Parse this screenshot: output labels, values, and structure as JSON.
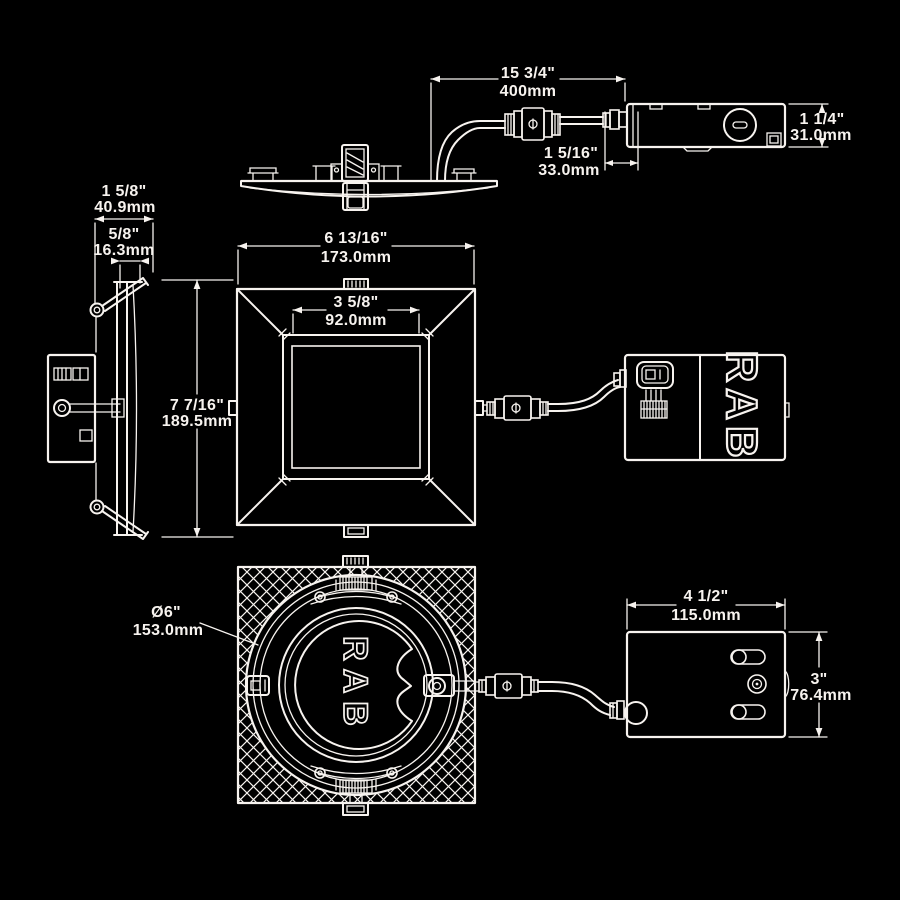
{
  "colors": {
    "background": "#000000",
    "line": "#F7F3EF"
  },
  "brand": "RAB",
  "views": {
    "side_assembly": {
      "label": "fixture side view with cable and driver",
      "dims": {
        "cable_length": {
          "in": "15 3/4\"",
          "mm": "400mm"
        },
        "driver_offset": {
          "in": "1 5/16\"",
          "mm": "33.0mm"
        },
        "driver_height": {
          "in": "1 1/4\"",
          "mm": "31.0mm"
        }
      }
    },
    "profile": {
      "label": "fixture edge profile with driver",
      "dims": {
        "overall_depth": {
          "in": "1 5/8\"",
          "mm": "40.9mm"
        },
        "recess_depth": {
          "in": "5/8\"",
          "mm": "16.3mm"
        },
        "overall_height": {
          "in": "7 7/16\"",
          "mm": "189.5mm"
        }
      }
    },
    "front": {
      "label": "fixture front (face) view",
      "dims": {
        "overall_width": {
          "in": "6 13/16\"",
          "mm": "173.0mm"
        },
        "aperture_width": {
          "in": "3 5/8\"",
          "mm": "92.0mm"
        }
      }
    },
    "back": {
      "label": "fixture rear view",
      "logo": "RAB",
      "dims": {
        "cutout_diameter": {
          "in": "Ø6\"",
          "mm": "153.0mm"
        }
      }
    },
    "driver_top": {
      "label": "driver junction box top view",
      "logo": "RAB"
    },
    "driver_bottom": {
      "label": "driver junction box bottom view",
      "dims": {
        "width": {
          "in": "4 1/2\"",
          "mm": "115.0mm"
        },
        "height": {
          "in": "3\"",
          "mm": "76.4mm"
        }
      }
    }
  }
}
